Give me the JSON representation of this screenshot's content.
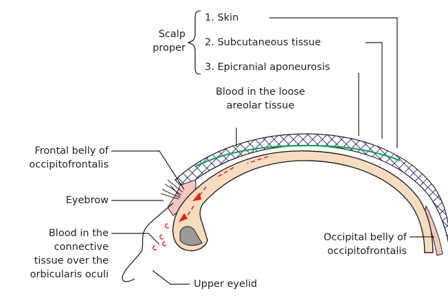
{
  "scalp_group": {
    "label_line1": "Scalp",
    "label_line2": "proper",
    "layers": [
      "1. Skin",
      "2. Subcutaneous tissue",
      "3. Epicranial aponeurosis"
    ]
  },
  "labels": {
    "loose_areolar_line1": "Blood in the loose",
    "loose_areolar_line2": "areolar tissue",
    "frontal_belly_line1": "Frontal belly of",
    "frontal_belly_line2": "occipitofrontalis",
    "eyebrow": "Eyebrow",
    "blood_oculi_line1": "Blood in the",
    "blood_oculi_line2": "connective",
    "blood_oculi_line3": "tissue over the",
    "blood_oculi_line4": "orbicularis oculi",
    "occipital_belly_line1": "Occipital belly of",
    "occipital_belly_line2": "occipitofrontalis",
    "upper_eyelid": "Upper eyelid"
  },
  "colors": {
    "bone_fill": "#f7dcc0",
    "scalp_crosshatch": "#3b3f8f",
    "aponeurosis_line": "#19a35b",
    "blood_arrows": "#e32219",
    "muscle_fill": "#f4c6c2",
    "line": "#231f20"
  }
}
